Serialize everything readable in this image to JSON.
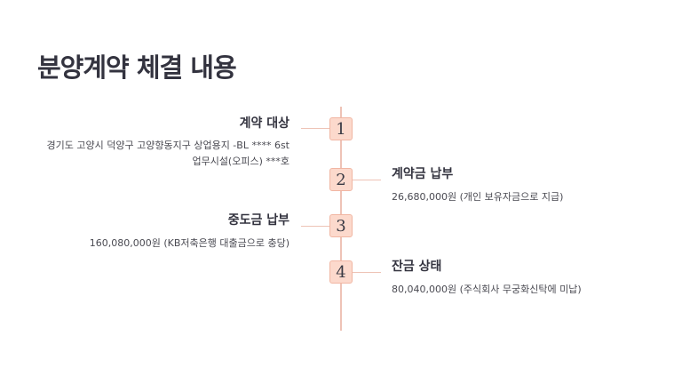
{
  "title": "분양계약 체결 내용",
  "steps": [
    {
      "number": "1",
      "title": "계약 대상",
      "lines": [
        "경기도 고양시 덕양구 고양향동지구 상업용지 -BL **** 6st",
        "업무시설(오피스) ***호"
      ]
    },
    {
      "number": "2",
      "title": "계약금 납부",
      "lines": [
        "26,680,000원 (개인 보유자금으로 지급)"
      ]
    },
    {
      "number": "3",
      "title": "중도금 납부",
      "lines": [
        "160,080,000원 (KB저축은행 대출금으로 충당)"
      ]
    },
    {
      "number": "4",
      "title": "잔금 상태",
      "lines": [
        "80,040,000원 (주식회사 무궁화신탁에 미납)"
      ]
    }
  ],
  "colors": {
    "node_fill": "#fcd9cc",
    "node_border": "#f1b6a3",
    "line": "#eec3b6",
    "text": "#33333f"
  }
}
